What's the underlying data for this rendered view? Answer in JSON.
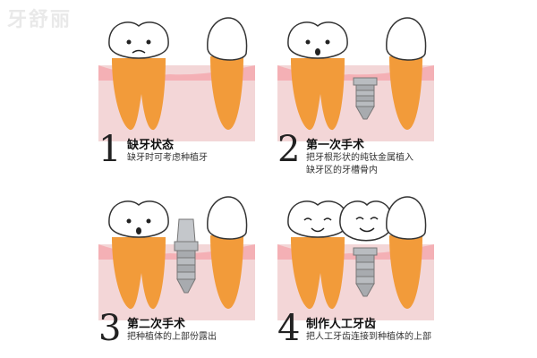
{
  "watermark": "牙舒丽",
  "steps": [
    {
      "number": "1",
      "title": "缺牙状态",
      "desc": [
        "缺牙时可考虑种植牙"
      ]
    },
    {
      "number": "2",
      "title": "第一次手术",
      "desc": [
        "把牙根形状的纯钛金属植入",
        "缺牙区的牙槽骨内"
      ]
    },
    {
      "number": "3",
      "title": "第二次手术",
      "desc": [
        "把种植体的上部份露出"
      ]
    },
    {
      "number": "4",
      "title": "制作人工牙齿",
      "desc": [
        "把人工牙齿连接到种植体的上部"
      ]
    }
  ],
  "colors": {
    "gum": "#f4b0b5",
    "bone": "#f3d6d7",
    "root": "#f29b3a",
    "tooth": "#ffffff",
    "implant": "#b9bcc0"
  }
}
